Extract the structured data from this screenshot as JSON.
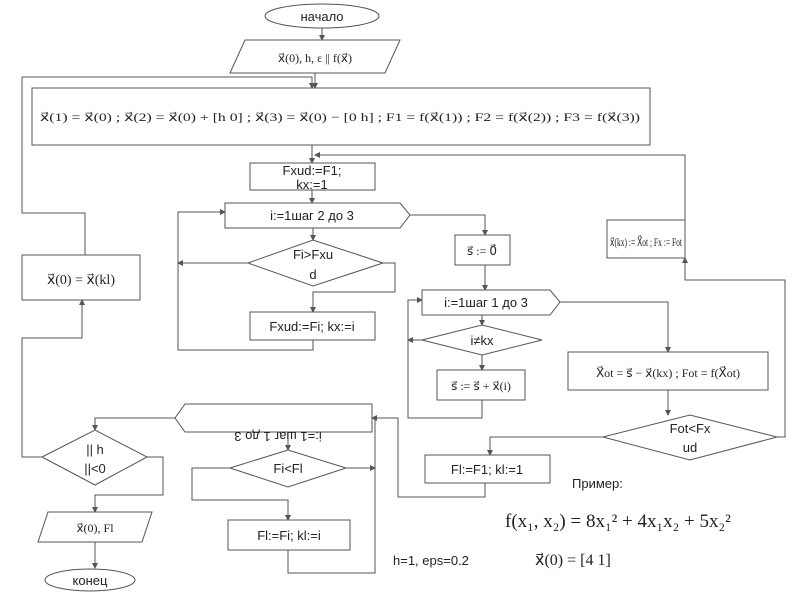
{
  "diagram": {
    "start": "начало",
    "end": "конец",
    "input": "x⃗(0), h, ε || f(x⃗)",
    "init_points": "x⃗(1) = x⃗(0) ;  x⃗(2) = x⃗(0) + [h 0] ;  x⃗(3) = x⃗(0) − [0 h] ;  F1 = f(x⃗(1)) ;  F2 = f(x⃗(2)) ;  F3 = f(x⃗(3))",
    "fxud_init_1": "Fxud:=F1;",
    "fxud_init_2": "kx:=1",
    "loop1": "i:=1шаг 2 до 3",
    "cond_fi_gt_fxud_1": "Fi>Fxu",
    "cond_fi_gt_fxud_2": "d",
    "fxud_assign": "Fxud:=Fi;  kx:=i",
    "s_init": "s⃗ := 0⃗",
    "loop2": "i:=1шаг 1 до 3",
    "cond_i_ne_kx": "i≠kx",
    "s_accum": "s⃗ := s⃗ + x⃗(i)",
    "xot_calc": "X⃗ot = s⃗ − x⃗(kx) ;  Fot = f(X⃗ot)",
    "cond_fot_lt_fxud_1": "Fot<Fx",
    "cond_fot_lt_fxud_2": "ud",
    "xkx_assign": "x⃗(kx) := X⃗ot ;  Fx := Fot",
    "fl_init": "Fl:=F1;  kl:=1",
    "loop3": "i:=1 шаг 1 до 3",
    "cond_fi_lt_fl": "Fi<Fl",
    "fl_assign": "Fl:=Fi;  kl:=i",
    "cond_h_1": "|| h",
    "cond_h_2": "||<0",
    "x0_assign": "x⃗(0) = x⃗(kl)",
    "output": "x⃗(0), Fl"
  },
  "example": {
    "label": "Пример:",
    "formula": "f(x₁, x₂) = 8x₁² + 4x₁x₂ + 5x₂²",
    "params": "h=1,  eps=0.2",
    "start_point": "x⃗(0) = [4 1]"
  }
}
